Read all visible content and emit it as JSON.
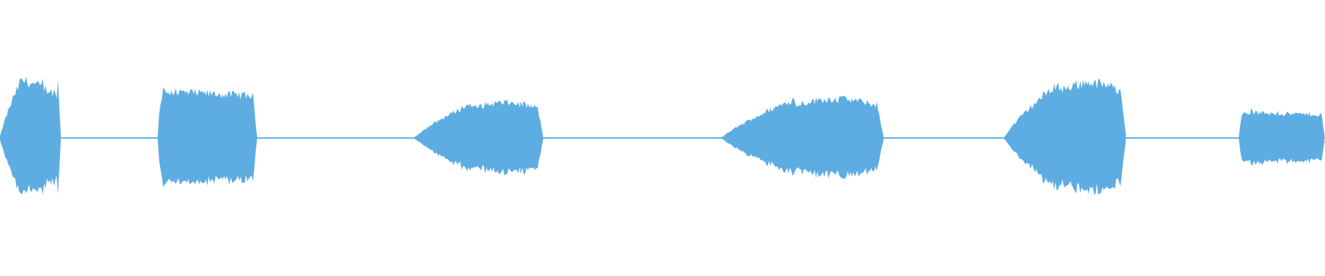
{
  "waveform": {
    "color": "#5dade2",
    "background": "#ffffff",
    "baseline_amplitude": 0.012,
    "segments": [
      {
        "id": "sound-1",
        "start": 0.0,
        "end": 0.046,
        "peak": 0.46,
        "shape": "swell"
      },
      {
        "id": "sound-2",
        "start": 0.119,
        "end": 0.194,
        "peak": 0.4,
        "shape": "plateau"
      },
      {
        "id": "sound-3",
        "start": 0.313,
        "end": 0.41,
        "peak": 0.28,
        "shape": "rise"
      },
      {
        "id": "sound-4",
        "start": 0.545,
        "end": 0.667,
        "peak": 0.31,
        "shape": "rise"
      },
      {
        "id": "sound-5",
        "start": 0.758,
        "end": 0.85,
        "peak": 0.44,
        "shape": "rise"
      },
      {
        "id": "sound-6",
        "start": 0.935,
        "end": 1.0,
        "peak": 0.22,
        "shape": "plateau"
      }
    ]
  }
}
